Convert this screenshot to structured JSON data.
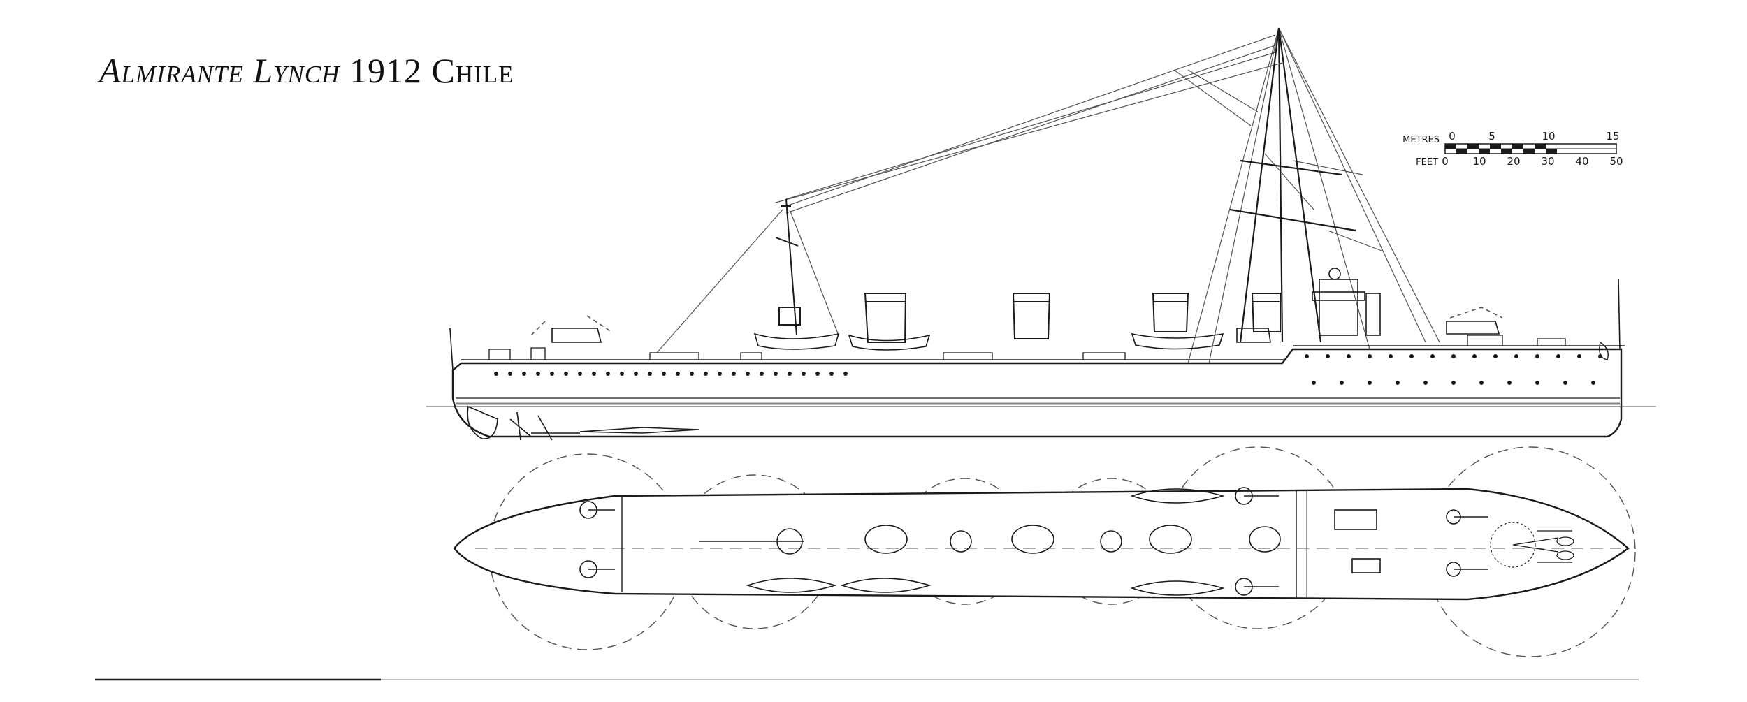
{
  "title": {
    "ship_name": "Almirante Lynch",
    "year": "1912",
    "country": "Chile"
  },
  "scale_bar": {
    "metres_label": "METRES",
    "metres_ticks": [
      "0",
      "5",
      "10",
      "15"
    ],
    "feet_label": "FEET",
    "feet_ticks": [
      "0",
      "10",
      "20",
      "30",
      "40",
      "50"
    ]
  },
  "colors": {
    "ink": "#1a1a1a",
    "rigging": "#555555",
    "paper": "#ffffff"
  }
}
